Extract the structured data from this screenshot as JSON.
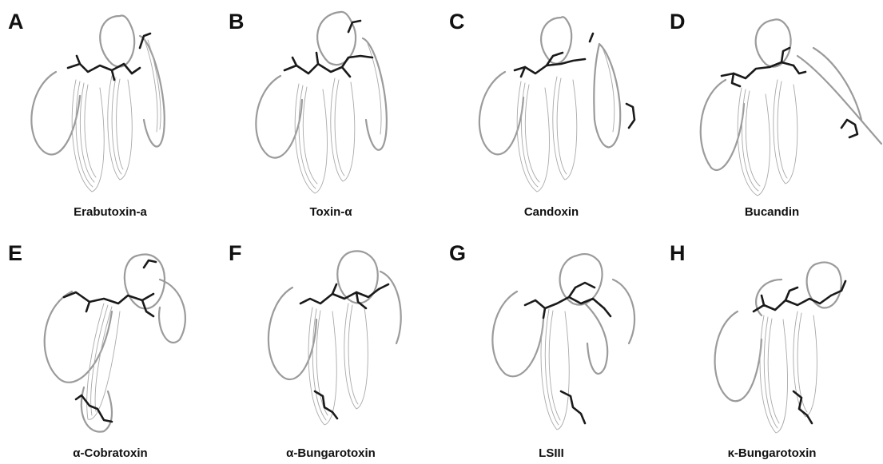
{
  "panels": [
    {
      "letter": "A",
      "name": "Erabutoxin-a"
    },
    {
      "letter": "B",
      "name": "Toxin-α"
    },
    {
      "letter": "C",
      "name": "Candoxin"
    },
    {
      "letter": "D",
      "name": "Bucandin"
    },
    {
      "letter": "E",
      "name": "α-Cobratoxin"
    },
    {
      "letter": "F",
      "name": "α-Bungarotoxin"
    },
    {
      "letter": "G",
      "name": "LSIII"
    },
    {
      "letter": "H",
      "name": "κ-Bungarotoxin"
    }
  ]
}
